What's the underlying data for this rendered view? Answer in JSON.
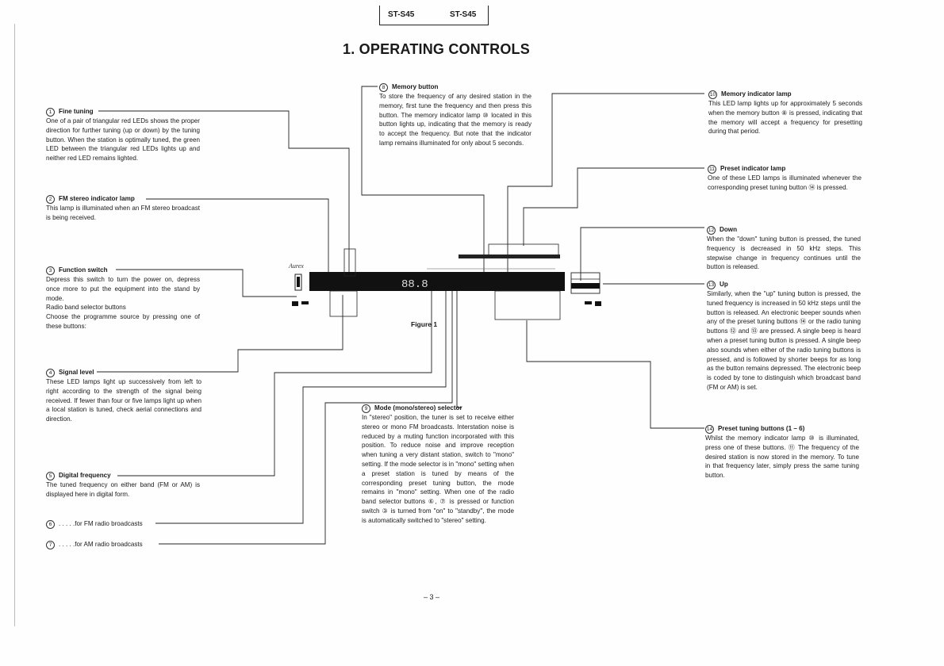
{
  "header": {
    "model_left": "ST-S45",
    "model_right": "ST-S45"
  },
  "title": "1. OPERATING CONTROLS",
  "figure": {
    "caption": "Figure 1",
    "brand": "Aurex",
    "display": "88.8"
  },
  "page_number": "– 3 –",
  "sections": {
    "s1": {
      "num": "1",
      "title": "Fine tuning",
      "body": "One of a pair of triangular red LEDs shows the proper direction for further tuning (up or down) by the tuning button. When the station is optimally tuned, the green LED between the triangular red LEDs lights up and neither red LED remains lighted."
    },
    "s2": {
      "num": "2",
      "title": "FM stereo indicator lamp",
      "body": "This lamp is illuminated when an FM stereo broadcast is being received."
    },
    "s3": {
      "num": "3",
      "title": "Function switch",
      "body": "Depress this switch to turn the power on, depress once more to put the equipment into the stand by mode.\nRadio band selector buttons\nChoose the programme source by pressing one of these buttons:"
    },
    "s4": {
      "num": "4",
      "title": "Signal level",
      "body": "These LED lamps light up successively from left to right according to the strength of the signal being received. If fewer than four or five lamps light up when a local station is tuned, check aerial connections and direction."
    },
    "s5": {
      "num": "5",
      "title": "Digital frequency",
      "body": "The tuned frequency on either band (FM or AM) is displayed here in digital form."
    },
    "s6": {
      "num": "6",
      "text": ". . . . .for FM radio broadcasts"
    },
    "s7": {
      "num": "7",
      "text": ". . . . .for AM radio broadcasts"
    },
    "s8": {
      "num": "8",
      "title": "Memory button",
      "body": "To store the frequency of any desired station in the memory, first tune the frequency and then press this button. The memory indicator lamp ⑩ located in this button lights up, indicating that the memory is ready to accept the frequency. But note that the indicator lamp remains illuminated for only about 5 seconds."
    },
    "s9": {
      "num": "9",
      "title": "Mode (mono/stereo) selector",
      "body": "In \"stereo\" position, the tuner is set to receive either stereo or mono FM broadcasts. Interstation noise is reduced by a muting function incorporated with this position. To reduce noise and improve reception when tuning a very distant station, switch to \"mono\" setting. If the mode selector is in \"mono\" setting when a preset station is tuned by means of the corresponding preset tuning button, the mode remains in \"mono\" setting. When one of the radio band selector buttons ⑥, ⑦ is pressed or function switch ③ is turned from \"on\" to \"standby\", the mode is automatically switched to \"stereo\" setting."
    },
    "s10": {
      "num": "10",
      "title": "Memory indicator lamp",
      "body": "This LED lamp lights up for approximately 5 seconds when the memory button ⑧ is pressed, indicating that the memory will accept a frequency for presetting during that period."
    },
    "s11": {
      "num": "11",
      "title": "Preset indicator lamp",
      "body": "One of these LED lamps is illuminated whenever the corresponding preset tuning button ⑭ is pressed."
    },
    "s12": {
      "num": "12",
      "title": "Down",
      "body": "When the \"down\" tuning button is pressed, the tuned frequency is decreased in 50 kHz steps. This stepwise change in frequency continues until the button is released."
    },
    "s13": {
      "num": "13",
      "title": "Up",
      "body": "Similarly, when the \"up\" tuning button is pressed, the tuned frequency is increased in 50 kHz steps until the button is released. An electronic beeper sounds when any of the preset tuning buttons ⑭ or the radio tuning buttons ⑫ and ⑬ are pressed. A single beep is heard when a preset tuning button is pressed. A single beep also sounds when either of the radio tuning buttons is pressed, and is followed by shorter beeps for as long as the button remains depressed. The electronic beep is coded by tone to distinguish which broadcast band (FM or AM) is set."
    },
    "s14": {
      "num": "14",
      "title": "Preset tuning buttons (1 – 6)",
      "body": "Whilst the memory indicator lamp ⑩ is illuminated, press one of these buttons. ⑪ The frequency of the desired station is now stored in the memory. To tune in that frequency later, simply press the same tuning button."
    }
  }
}
